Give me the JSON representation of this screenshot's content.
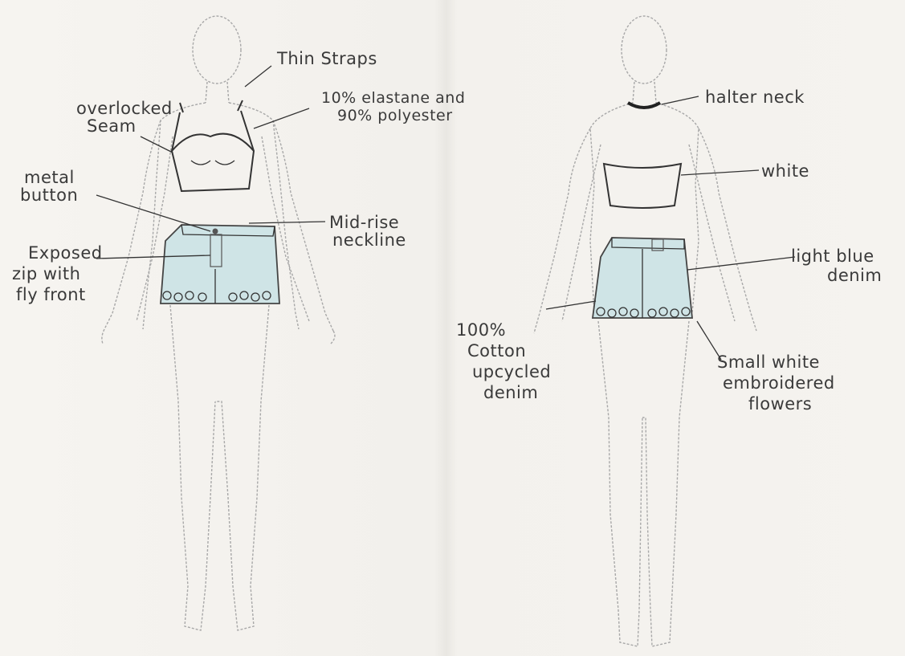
{
  "front_annotations": {
    "thin_straps": "Thin Straps",
    "overlocked_1": "overlocked",
    "overlocked_2": "Seam",
    "fabric_1": "10% elastane and",
    "fabric_2": "90% polyester",
    "button_1": "metal",
    "button_2": "button",
    "rise_1": "Mid-rise",
    "rise_2": "neckline",
    "zip_1": "Exposed",
    "zip_2": "zip with",
    "zip_3": "fly front"
  },
  "back_annotations": {
    "halter": "halter neck",
    "white": "white",
    "denim_1": "light blue",
    "denim_2": "denim",
    "cotton_1": "100%",
    "cotton_2": "Cotton",
    "cotton_3": "upcycled",
    "cotton_4": "denim",
    "flowers_1": "Small white",
    "flowers_2": "embroidered",
    "flowers_3": "flowers"
  },
  "colors": {
    "paper": "#f4f2ee",
    "ink": "#333333",
    "denim": "#cfe4e6",
    "figure_outline": "#a8a8a8"
  }
}
